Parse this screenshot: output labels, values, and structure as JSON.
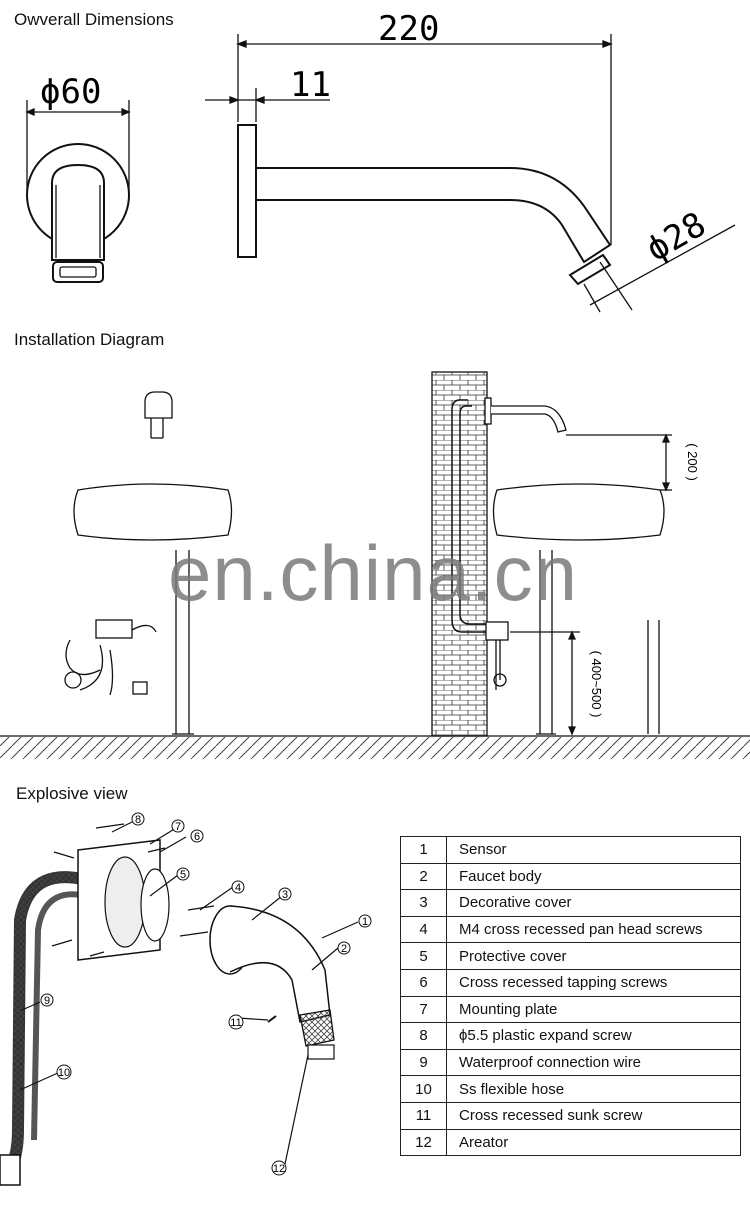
{
  "titles": {
    "overall": "Owverall Dimensions",
    "installation": "Installation Diagram",
    "explosive": "Explosive view"
  },
  "dimensions": {
    "flange_diameter": "ϕ60",
    "length": "220",
    "flange_thickness": "11",
    "spout_diameter": "ϕ28"
  },
  "installation": {
    "height_above_basin": "( 200 )",
    "height_below": "( 400~500 )"
  },
  "watermark": "en.china.cn",
  "explosive_callouts": [
    "1",
    "2",
    "3",
    "4",
    "5",
    "6",
    "7",
    "8",
    "9",
    "10",
    "11",
    "12"
  ],
  "parts_table": [
    {
      "num": "1",
      "name": "Sensor"
    },
    {
      "num": "2",
      "name": "Faucet body"
    },
    {
      "num": "3",
      "name": "Decorative cover"
    },
    {
      "num": "4",
      "name": "M4 cross recessed pan head screws"
    },
    {
      "num": "5",
      "name": "Protective cover"
    },
    {
      "num": "6",
      "name": "Cross recessed tapping screws"
    },
    {
      "num": "7",
      "name": "Mounting plate"
    },
    {
      "num": "8",
      "name": "ϕ5.5 plastic expand screw"
    },
    {
      "num": "9",
      "name": "Waterproof connection wire"
    },
    {
      "num": "10",
      "name": "Ss flexible hose"
    },
    {
      "num": "11",
      "name": "Cross recessed sunk screw"
    },
    {
      "num": "12",
      "name": "Areator"
    }
  ]
}
